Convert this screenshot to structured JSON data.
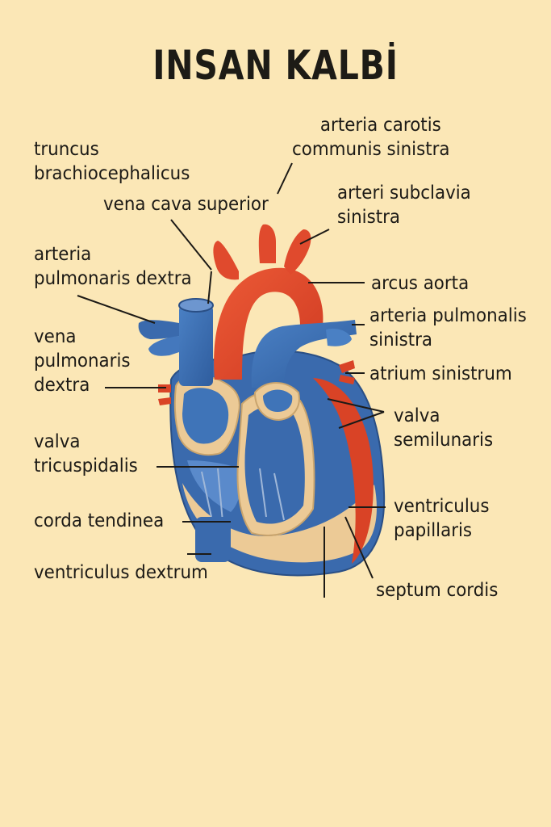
{
  "title": "INSAN KALBİ",
  "labels": {
    "truncus_brachiocephalicus": [
      "truncus",
      "brachiocephalicus"
    ],
    "arteria_carotis": [
      "arteria carotis",
      "communis sinistra"
    ],
    "vena_cava_superior": [
      "vena cava superior"
    ],
    "arteri_subclavia": [
      "arteri subclavia",
      "sinistra"
    ],
    "arteria_pulmonaris_dextra": [
      "arteria",
      "pulmonaris dextra"
    ],
    "arcus_aorta": [
      "arcus aorta"
    ],
    "arteria_pulmonalis_sinistra": [
      "arteria pulmonalis",
      "sinistra"
    ],
    "vena_pulmonaris_dextra": [
      "vena",
      "pulmonaris",
      "dextra"
    ],
    "atrium_sinistrum": [
      "atrium sinistrum"
    ],
    "valva_semilunaris": [
      "valva",
      "semilunaris"
    ],
    "valva_tricuspidalis": [
      "valva",
      "tricuspidalis"
    ],
    "corda_tendinea": [
      "corda tendinea"
    ],
    "ventriculus_papillaris": [
      "ventriculus",
      "papillaris"
    ],
    "ventriculus_dextrum": [
      "ventriculus dextrum"
    ],
    "septum_cordis": [
      "septum cordis"
    ]
  },
  "colors": {
    "background": "#fbe7b6",
    "artery_red": "#e2472b",
    "vein_blue": "#3b6fb6",
    "muscle_tan": "#e9c896",
    "line": "#1c1a16"
  }
}
